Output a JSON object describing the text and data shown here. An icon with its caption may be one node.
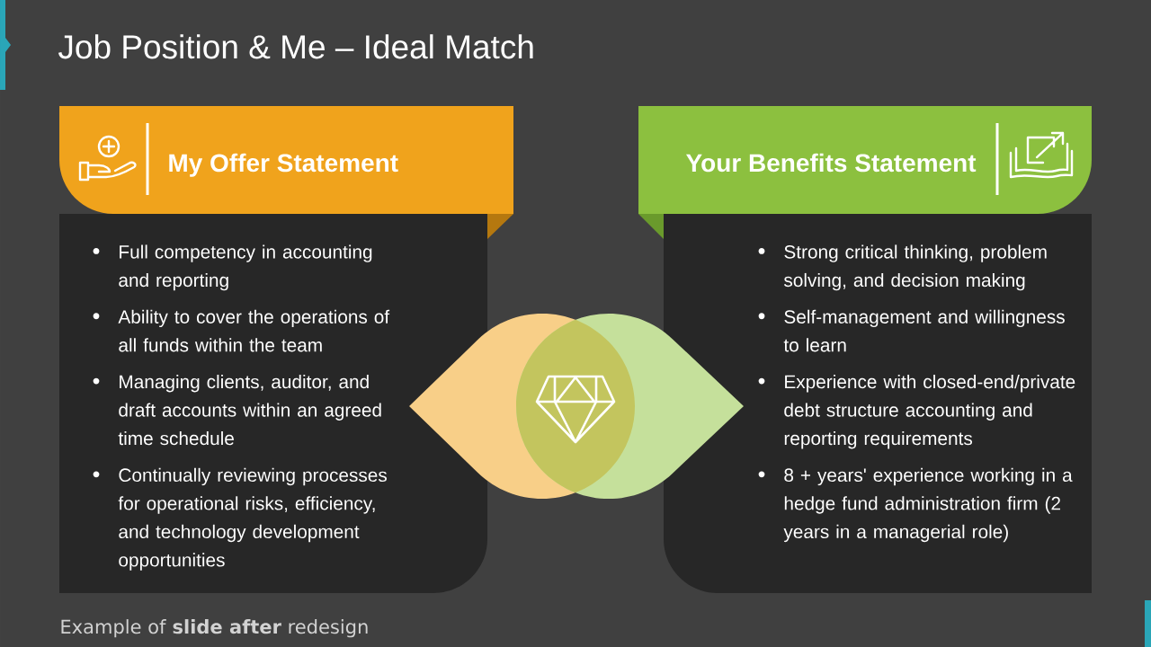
{
  "diagram": {
    "title": "Job Position & Me – Ideal Match",
    "caption": "Example of **slide after** redesign",
    "nodes": [
      {
        "text": [
          "My Offer Statement"
        ]
      },
      {
        "text": [
          "Full competency in accounting and reporting",
          "Ability to cover the operations of all funds within the team",
          "Managing clients, auditor, and draft accounts within an agreed time schedule",
          "Continually reviewing processes for operational risks, efficiency, and technology development opportunities"
        ]
      },
      {
        "text": [
          "Your Benefits Statement"
        ]
      },
      {
        "text": [
          "Strong critical thinking, problem solving, and decision making",
          "Self-management and willingness to learn",
          "Experience with closed-end/private debt structure accounting and reporting requirements",
          "8 + years' experience working in a hedge fund administration firm (2 years in a managerial role)"
        ]
      }
    ]
  }
}
